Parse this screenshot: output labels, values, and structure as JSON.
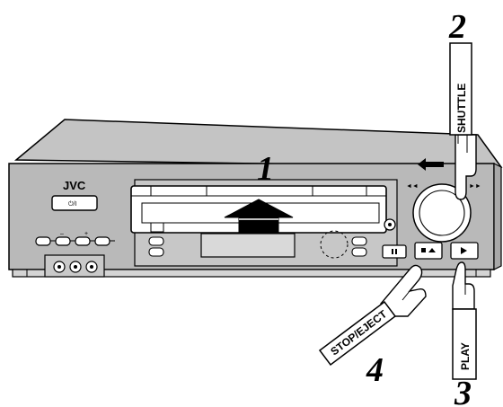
{
  "device": {
    "brand": "JVC",
    "power_label": "⏻/I",
    "minus_label": "–",
    "plus_label": "+"
  },
  "steps": {
    "step1": "1",
    "step2": "2",
    "step3": "3",
    "step4": "4"
  },
  "labels": {
    "shuttle": "SHUTTLE",
    "play": "PLAY",
    "stop_eject": "STOP/EJECT"
  },
  "icons": {
    "pause": "pause-icon",
    "stop_eject": "stop-eject-icon",
    "play": "play-icon",
    "insert_arrow": "insert-arrow-icon"
  },
  "colors": {
    "line": "#000000",
    "body_gray": "#b9b9b9",
    "slot_gray": "#d9d9d9",
    "background": "#ffffff"
  }
}
